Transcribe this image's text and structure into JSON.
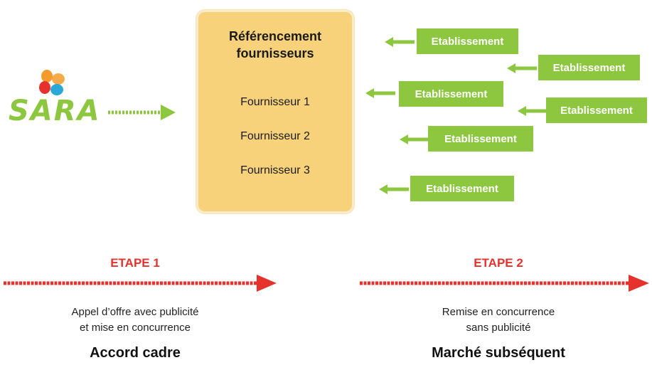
{
  "logo": {
    "text": "SARA",
    "icon": "four-petal-clover-icon"
  },
  "referencement": {
    "title_line1": "Référencement",
    "title_line2": "fournisseurs",
    "suppliers": [
      "Fournisseur 1",
      "Fournisseur 2",
      "Fournisseur 3"
    ]
  },
  "etablissements": [
    "Etablissement",
    "Etablissement",
    "Etablissement",
    "Etablissement",
    "Etablissement",
    "Etablissement"
  ],
  "stages": [
    {
      "label": "ETAPE 1",
      "desc_line1": "Appel d’offre avec publicité",
      "desc_line2": "et mise en concurrence",
      "type": "Accord cadre"
    },
    {
      "label": "ETAPE 2",
      "desc_line1": "Remise en concurrence",
      "desc_line2": "sans publicité",
      "type": "Marché subséquent"
    }
  ],
  "colors": {
    "green": "#8dc63f",
    "red": "#e5322d",
    "box": "#f7d27a",
    "petal_orange": "#f39c2c",
    "petal_red": "#e5322d",
    "petal_blue": "#2aa8d8",
    "petal_green": "#8dc63f"
  }
}
